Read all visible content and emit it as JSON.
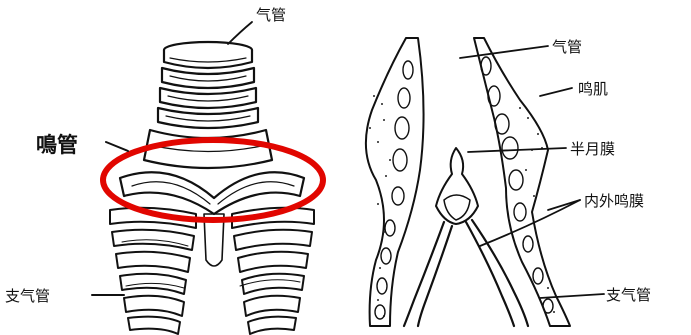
{
  "labels": {
    "left_trachea": "气管",
    "left_syrinx": "鳴管",
    "left_bronchus": "支气管",
    "right_trachea": "气管",
    "right_syringeal_muscle": "鸣肌",
    "right_semilunar_membrane": "半月膜",
    "right_tympaniform_membranes": "内外鸣膜",
    "right_bronchus": "支气管"
  },
  "highlight": {
    "color": "#e10600",
    "target": "鳴管"
  }
}
